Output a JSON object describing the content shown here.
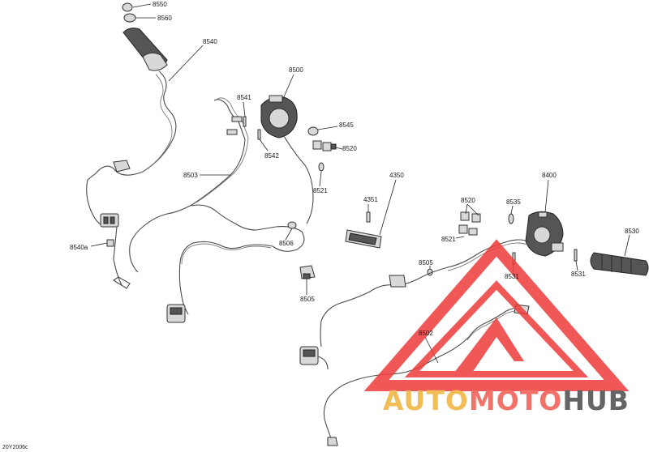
{
  "diagram": {
    "code": "20Y2006c",
    "callouts": [
      {
        "id": "c8550",
        "label": "8550"
      },
      {
        "id": "c8560",
        "label": "8560"
      },
      {
        "id": "c8540",
        "label": "8540"
      },
      {
        "id": "c8500",
        "label": "8500"
      },
      {
        "id": "c8541",
        "label": "8541"
      },
      {
        "id": "c8542",
        "label": "8542"
      },
      {
        "id": "c8545",
        "label": "8545"
      },
      {
        "id": "c8520a",
        "label": "8520"
      },
      {
        "id": "c8521a",
        "label": "8521"
      },
      {
        "id": "c8503",
        "label": "8503"
      },
      {
        "id": "c8540a",
        "label": "8540a"
      },
      {
        "id": "c8506",
        "label": "8506"
      },
      {
        "id": "c8505a",
        "label": "8505"
      },
      {
        "id": "c4350",
        "label": "4350"
      },
      {
        "id": "c4351",
        "label": "4351"
      },
      {
        "id": "c8520b",
        "label": "8520"
      },
      {
        "id": "c8535",
        "label": "8535"
      },
      {
        "id": "c8400",
        "label": "8400"
      },
      {
        "id": "c8521b",
        "label": "8521"
      },
      {
        "id": "c8530",
        "label": "8530"
      },
      {
        "id": "c8505b",
        "label": "8505"
      },
      {
        "id": "c8531a",
        "label": "8531"
      },
      {
        "id": "c8531b",
        "label": "8531"
      },
      {
        "id": "c8502",
        "label": "8502"
      }
    ]
  },
  "watermark": {
    "part1": "AUTO",
    "part2": "MOTO",
    "part3": "HUB",
    "colors": {
      "auto": "#f0b23a",
      "moto": "#ee5a4f",
      "hub": "#4a4a4a",
      "triangle": "#ee3b3b"
    }
  }
}
